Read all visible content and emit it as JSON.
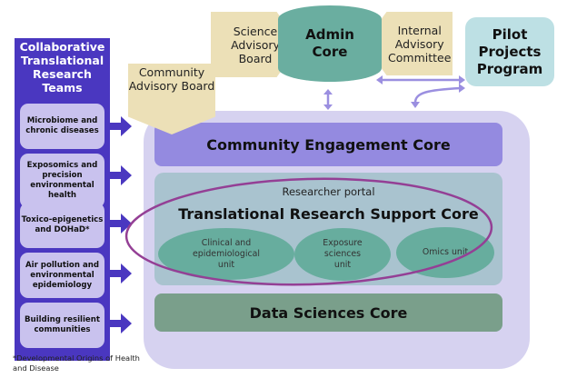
{
  "left_panel": {
    "title": "Collaborative Translational Research Teams",
    "teams": [
      {
        "label": "Microbiome and chronic diseases"
      },
      {
        "label": "Exposomics and precision environmental health"
      },
      {
        "label": "Toxico-epigenetics and DOHaD*"
      },
      {
        "label": "Air pollution and environmental epidemiology"
      },
      {
        "label": "Building resilient communities"
      }
    ],
    "footnote": "*Developmental Origins of Health and Disease"
  },
  "top": {
    "admin_core": "Admin Core",
    "science_advisory_board": "Science Advisory Board",
    "internal_advisory_committee": "Internal Advisory Committee",
    "community_advisory_board": "Community Advisory Board",
    "pilot_projects_program": "Pilot Projects Program"
  },
  "main": {
    "community_engagement_core": "Community Engagement Core",
    "researcher_portal": "Researcher portal",
    "translational_research_support_core": "Translational Research Support Core",
    "units": [
      {
        "label": "Clinical and epidemiological unit"
      },
      {
        "label": "Exposure sciences unit"
      },
      {
        "label": "Omics unit"
      }
    ],
    "data_sciences_core": "Data Sciences Core"
  },
  "colors": {
    "team_panel": "#4a37c0",
    "team_box": "#c9c2ee",
    "advisory": "#ece0b7",
    "admin_core": "#6aaea0",
    "pilot": "#bde0e4",
    "container": "#d6d2f0",
    "community_engagement": "#948ae0",
    "trsc": "#a9c3cf",
    "unit": "#67ad9e",
    "data_sciences": "#7a9f8b",
    "highlight_ellipse": "#943f95",
    "connector": "#9b8fe0"
  }
}
